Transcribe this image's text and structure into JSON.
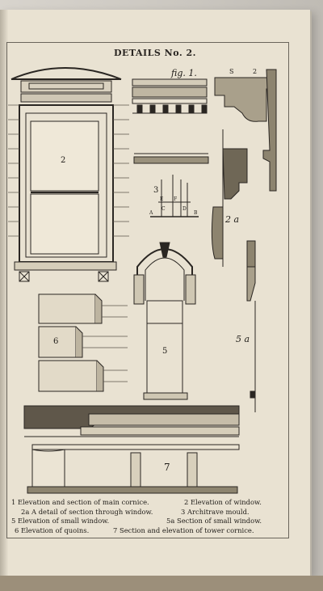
{
  "plate": {
    "title": "DETAILS No. 2."
  },
  "labels": {
    "fig1": "fig. 1.",
    "num2": "2",
    "num2a": "2 a",
    "num3": "3",
    "num5": "5",
    "num5a": "5 a",
    "num6": "6",
    "num7": "7",
    "top_s": "S",
    "top_2": "2",
    "mould_e": "E",
    "mould_f": "F",
    "mould_a": "A",
    "mould_b": "B",
    "mould_c": "C",
    "mould_d": "D"
  },
  "captions": [
    {
      "left": "1 Elevation and section of main cornice.",
      "right": "2 Elevation of window."
    },
    {
      "left": "2a A detail of section through window.",
      "right": "3 Architrave mould."
    },
    {
      "left": "5 Elevation of small window.",
      "right": "5a Section of small window."
    },
    {
      "left": "6 Elevation of quoins.",
      "right": "7 Section and elevation of tower cornice."
    }
  ],
  "colors": {
    "paper": "#e9e2d2",
    "ink": "#1f1c18"
  }
}
